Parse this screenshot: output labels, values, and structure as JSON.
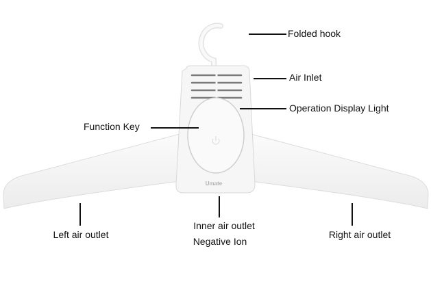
{
  "labels": {
    "folded_hook": "Folded hook",
    "air_inlet": "Air Inlet",
    "operation_display_light": "Operation Display Light",
    "function_key": "Function Key",
    "left_air_outlet": "Left air outlet",
    "inner_air_outlet": "Inner air outlet",
    "negative_ion": "Negative Ion",
    "right_air_outlet": "Right air outlet"
  },
  "brand": "Umate",
  "colors": {
    "body": "#f4f4f4",
    "outline": "#d6d6d6",
    "text": "#111111"
  }
}
